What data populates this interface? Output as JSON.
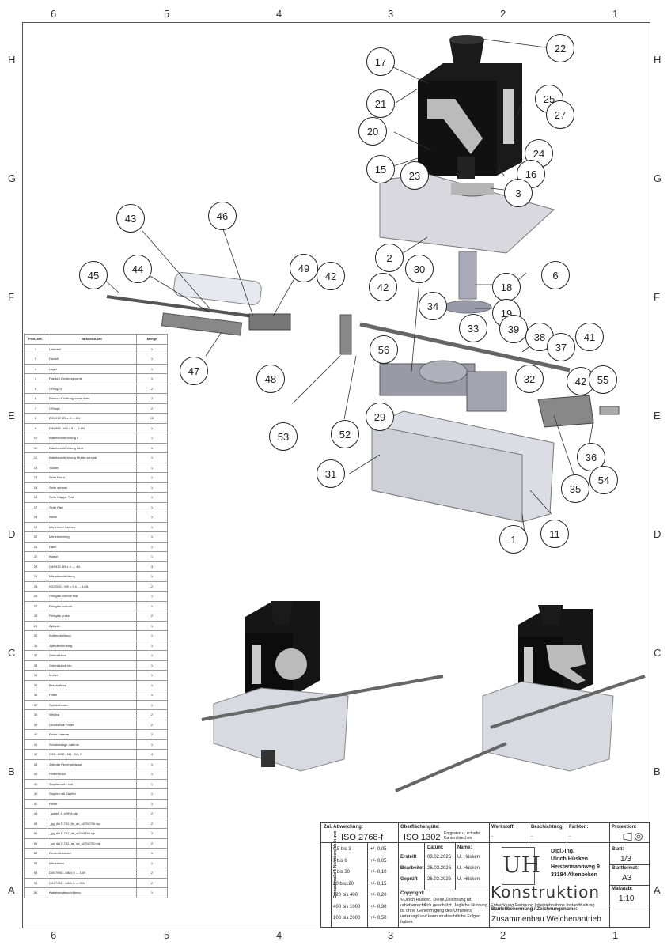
{
  "zones_x": [
    "6",
    "5",
    "4",
    "3",
    "2",
    "1"
  ],
  "zones_y": [
    "H",
    "G",
    "F",
    "E",
    "D",
    "C",
    "B",
    "A"
  ],
  "bom": {
    "headers": [
      "POS.-NR.",
      "BENENNUNG",
      "Menge"
    ],
    "rows": [
      [
        "1",
        "Unterteil",
        "1"
      ],
      [
        "2",
        "Deckel",
        "1"
      ],
      [
        "3",
        "Lager",
        "1"
      ],
      [
        "4",
        "Flansch Dichtung vorne",
        "1"
      ],
      [
        "5",
        "ORing23",
        "2"
      ],
      [
        "6",
        "Flansch Dichtung vorne klein",
        "2"
      ],
      [
        "7",
        "ORing6",
        "2"
      ],
      [
        "8",
        "DIN 912 M3 x 8 --- 8N",
        "12"
      ],
      [
        "9",
        "DIN 985 - M3 x 8 --- 4.8N",
        "1"
      ],
      [
        "10",
        "Kabeldurchführung x",
        "1"
      ],
      [
        "11",
        "Kabeldurchführung klein",
        "1"
      ],
      [
        "12",
        "Kabeldurchführung Mutter schmal",
        "1"
      ],
      [
        "13",
        "Sockel",
        "1"
      ],
      [
        "13",
        "Seite Rund",
        "1"
      ],
      [
        "13",
        "Seite schmal",
        "1"
      ],
      [
        "14",
        "Seite Klappe Test",
        "1"
      ],
      [
        "17",
        "Seite Pfeil",
        "1"
      ],
      [
        "18",
        "Welle",
        "1"
      ],
      [
        "19",
        "Mitnehmer Laterne",
        "1"
      ],
      [
        "20",
        "Mitnehmerring",
        "1"
      ],
      [
        "21",
        "Dach",
        "1"
      ],
      [
        "22",
        "Kamin",
        "1"
      ],
      [
        "23",
        "DIN 912 M3 x 4 --- 4N",
        "3"
      ],
      [
        "24",
        "Mitnahmedichtung",
        "1"
      ],
      [
        "25",
        "ISO7092 - M3 x 1,4 --- 4.8N",
        "2"
      ],
      [
        "26",
        "Flexglas schmal fest",
        "1"
      ],
      [
        "27",
        "Flexglas schmal",
        "1"
      ],
      [
        "28",
        "Flexglas gross",
        "2"
      ],
      [
        "29",
        "Zylinder",
        "1"
      ],
      [
        "30",
        "Kolbendichtung",
        "1"
      ],
      [
        "31",
        "Zylinderdichtung",
        "1"
      ],
      [
        "32",
        "Gelenkstück",
        "1"
      ],
      [
        "33",
        "Gelenkstück hin",
        "1"
      ],
      [
        "34",
        "Mutter",
        "1"
      ],
      [
        "35",
        "Beschriftung",
        "1"
      ],
      [
        "36",
        "Futter",
        "1"
      ],
      [
        "37",
        "Spindelboden",
        "1"
      ],
      [
        "38",
        "Welling",
        "2"
      ],
      [
        "39",
        "Druckstück Feder",
        "2"
      ],
      [
        "40",
        "Feder Laterne",
        "2"
      ],
      [
        "41",
        "Schubstange Laterne",
        "1"
      ],
      [
        "42",
        "ISO - 4032 - M4 - W - N",
        "4"
      ],
      [
        "43",
        "Zylinder Federgehäuse",
        "1"
      ],
      [
        "44",
        "Federstößel",
        "1"
      ],
      [
        "45",
        "Stopfen mit Loch",
        "1"
      ],
      [
        "46",
        "Stopfen mit Zapfen",
        "1"
      ],
      [
        "47",
        "Feder",
        "1"
      ],
      [
        "48",
        "_gabel_1_s0996.stp",
        "2"
      ],
      [
        "49",
        "_gg_din71752_6x_ab_s0700750.stp",
        "2"
      ],
      [
        "50",
        "_gg_din71752_ab_s0700750.stp",
        "2"
      ],
      [
        "51",
        "_gg_din71752_ab_ab_s0700750.stp",
        "2"
      ],
      [
        "52",
        "Gewindebolzen",
        "1"
      ],
      [
        "53",
        "Mitnehmer",
        "1"
      ],
      [
        "54",
        "DIN 7991 - M6 x 8 --- 10N",
        "2"
      ],
      [
        "55",
        "DIN 7991 - M6 x 8 --- 20N",
        "2"
      ],
      [
        "56",
        "Kabelstegbeschriftung",
        "1"
      ]
    ]
  },
  "title_block": {
    "tol_label": "Zul. Abweichung:",
    "tol_value": "ISO 2768-f",
    "surface_label": "Oberflächengüte:",
    "surface_value": "ISO 1302",
    "surface_note": "Entgraten u. scharfe Kanten brechen",
    "material_label": "Werkstoff:",
    "material_value": "-",
    "coating_label": "Beschichtung:",
    "coating_value": "-",
    "color_label": "Farbton:",
    "color_value": "-",
    "projection_label": "Projektion:",
    "side_label": "Grenzabmaße f. Nennbereich in mm",
    "tolerances": [
      [
        "0,5 bis 3",
        "+/- 0,05"
      ],
      [
        "3 bis 6",
        "+/- 0,05"
      ],
      [
        "6 bis 30",
        "+/- 0,10"
      ],
      [
        "30 bis120",
        "+/- 0,15"
      ],
      [
        "120 bis 400",
        "+/- 0,20"
      ],
      [
        "400 bis 1000",
        "+/- 0,30"
      ],
      [
        "100 bis 2000",
        "+/- 0,50"
      ]
    ],
    "date_header": "Datum:",
    "name_header": "Name:",
    "roles": [
      [
        "Erstellt",
        "03.02.2026",
        "U. Hüsken"
      ],
      [
        "Bearbeitet",
        "26.03.2026",
        "U. Hüsken"
      ],
      [
        "Geprüft",
        "26.03.2026",
        "U. Hüsken"
      ]
    ],
    "copyright_label": "Copyright:",
    "copyright_text": "©Ulrich Hüsken. Diese Zeichnung ist urheberrechtlich geschützt. Jegliche Nutzung ist ohne Genehmigung des Urhebers untersagt und kann strafrechtliche Folgen haben.",
    "logo_text": "Konstruktion",
    "logo_mark": "UH",
    "logo_sub": "Entwicklung  Fertigung Inbetriebnahme Instandhaltung",
    "company_line1": "Dipl.-Ing.",
    "company_line2": "Ulrich Hüsken",
    "company_line3": "Heistermannweg 9",
    "company_line4": "33184 Altenbeken",
    "sheet_label": "Blatt:",
    "sheet_value": "1/3",
    "format_label": "Blattformat:",
    "format_value": "A3",
    "scale_label": "Maßstab:",
    "scale_value": "1:10",
    "drawing_name_label": "Bauteilbenennung / Zeichnungsname:",
    "drawing_name": "Zusammenbau Weichenantrieb"
  },
  "callouts": [
    "22",
    "17",
    "21",
    "25",
    "27",
    "20",
    "24",
    "15",
    "23",
    "16",
    "3",
    "43",
    "46",
    "2",
    "6",
    "45",
    "44",
    "49",
    "42",
    "30",
    "18",
    "19",
    "42",
    "34",
    "33",
    "39",
    "38",
    "37",
    "41",
    "47",
    "48",
    "56",
    "32",
    "42",
    "55",
    "29",
    "53",
    "52",
    "31",
    "36",
    "54",
    "35",
    "1",
    "11"
  ]
}
